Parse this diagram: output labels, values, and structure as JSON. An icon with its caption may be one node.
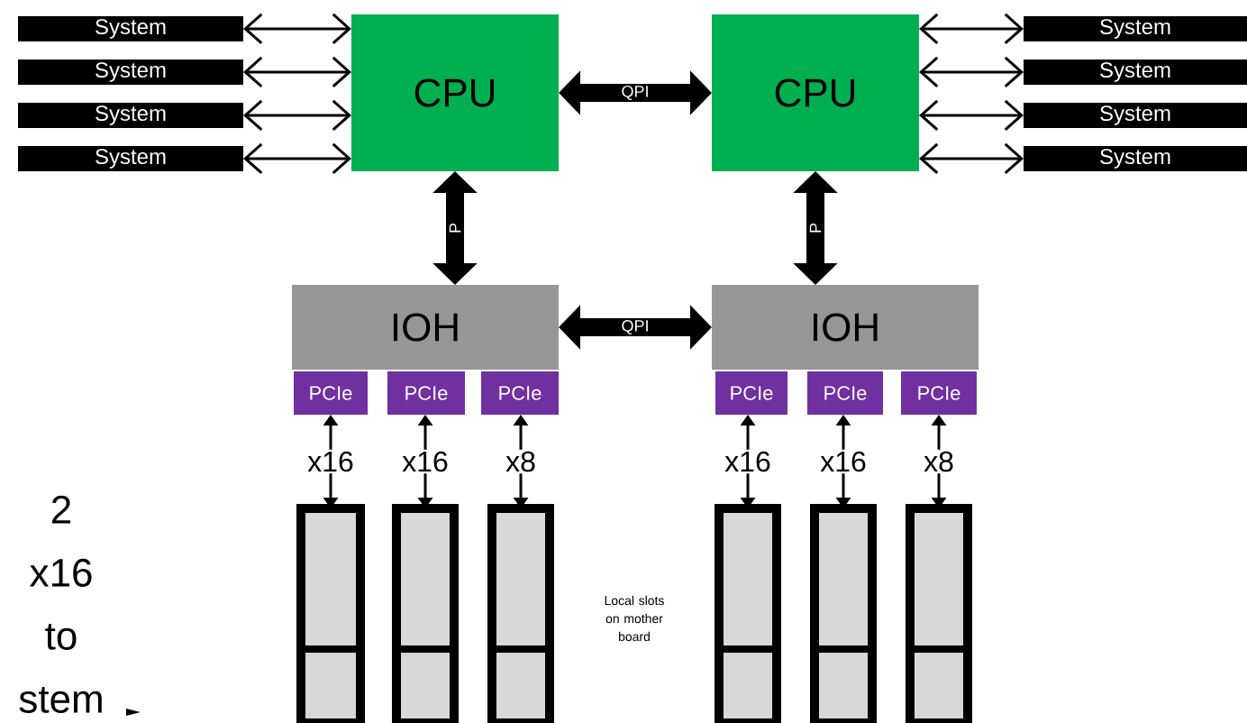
{
  "diagram": {
    "nodes": [
      {
        "text": [
          "CPU"
        ]
      },
      {
        "text": [
          "CPU"
        ]
      },
      {
        "text": [
          "IOH"
        ]
      },
      {
        "text": [
          "IOH"
        ]
      },
      {
        "text": [
          "PCIe"
        ]
      },
      {
        "text": [
          "PCIe"
        ]
      },
      {
        "text": [
          "PCIe"
        ]
      },
      {
        "text": [
          "PCIe"
        ]
      },
      {
        "text": [
          "PCIe"
        ]
      },
      {
        "text": [
          "PCIe"
        ]
      },
      {
        "text": [
          "System"
        ]
      },
      {
        "text": [
          "System"
        ]
      },
      {
        "text": [
          "System"
        ]
      },
      {
        "text": [
          "System"
        ]
      },
      {
        "text": [
          "System"
        ]
      },
      {
        "text": [
          "System"
        ]
      },
      {
        "text": [
          "System"
        ]
      },
      {
        "text": [
          "System"
        ]
      },
      {
        "text": [],
        "shape": "bar"
      },
      {
        "text": [],
        "shape": "bar"
      },
      {
        "text": [],
        "shape": "bar"
      },
      {
        "text": [],
        "shape": "bar"
      },
      {
        "text": [],
        "shape": "bar"
      },
      {
        "text": [],
        "shape": "bar"
      }
    ],
    "edges": [
      {
        "from": 0,
        "to": 1,
        "arrow": "both",
        "label": "QPI",
        "style": "thick"
      },
      {
        "from": 0,
        "to": 2,
        "arrow": "both",
        "label": "P",
        "style": "thick"
      },
      {
        "from": 1,
        "to": 3,
        "arrow": "both",
        "label": "P",
        "style": "thick"
      },
      {
        "from": 2,
        "to": 3,
        "arrow": "both",
        "label": "QPI",
        "style": "thick"
      },
      {
        "from": 10,
        "to": 0,
        "arrow": "both"
      },
      {
        "from": 11,
        "to": 0,
        "arrow": "both"
      },
      {
        "from": 12,
        "to": 0,
        "arrow": "both"
      },
      {
        "from": 13,
        "to": 0,
        "arrow": "both"
      },
      {
        "from": 1,
        "to": 14,
        "arrow": "both"
      },
      {
        "from": 1,
        "to": 15,
        "arrow": "both"
      },
      {
        "from": 1,
        "to": 16,
        "arrow": "both"
      },
      {
        "from": 1,
        "to": 17,
        "arrow": "both"
      },
      {
        "from": 4,
        "to": 18,
        "arrow": "both",
        "label": "x16"
      },
      {
        "from": 5,
        "to": 19,
        "arrow": "both",
        "label": "x16"
      },
      {
        "from": 6,
        "to": 20,
        "arrow": "both",
        "label": "x8"
      },
      {
        "from": 7,
        "to": 21,
        "arrow": "both",
        "label": "x16"
      },
      {
        "from": 8,
        "to": 22,
        "arrow": "both",
        "label": "x16"
      },
      {
        "from": 9,
        "to": 23,
        "arrow": "both",
        "label": "x8"
      }
    ],
    "labels": [
      "Local slots on mother board",
      "2 x16 to stem"
    ]
  }
}
